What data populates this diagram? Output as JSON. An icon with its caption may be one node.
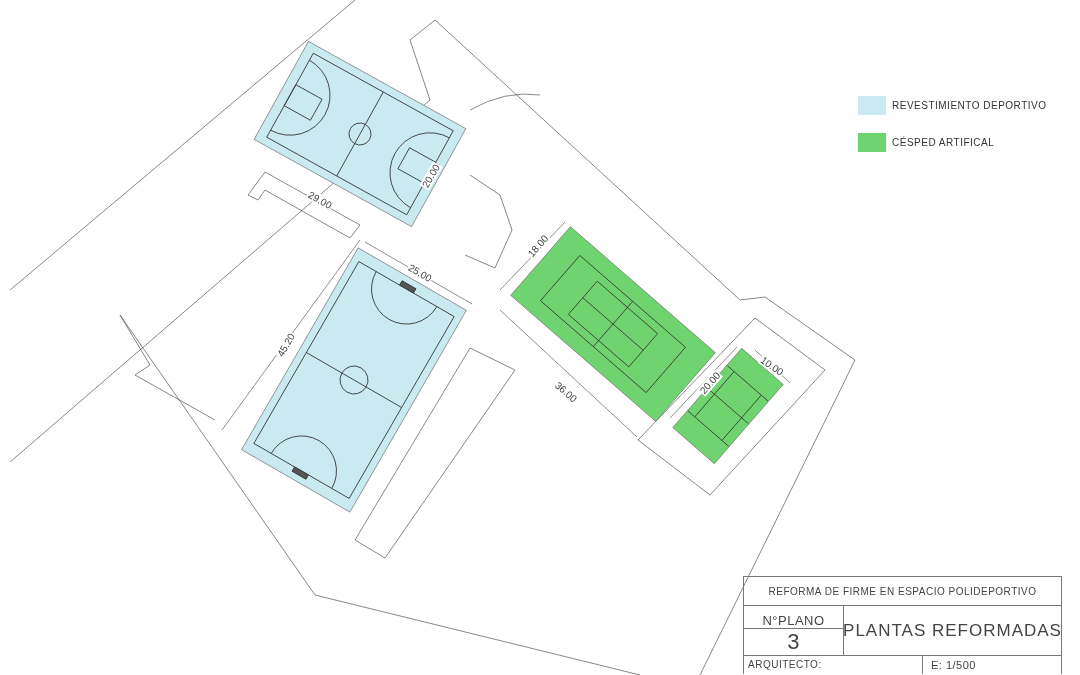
{
  "diagram": {
    "labels": [
      "29.00",
      "20.00",
      "25.00",
      "45.20",
      "18.00",
      "36.00",
      "20.00",
      "10.00",
      "REFORMA DE FIRME EN ESPACIO  POLIDEPORTIVO",
      "N°PLANO",
      "3",
      "PLANTAS REFORMADAS",
      "ARQUITECTO:",
      "E: 1/500"
    ],
    "legend": [
      {
        "text": "REVESTIMIENTO DEPORTIVO",
        "color": "#c9eaf0"
      },
      {
        "text": "CÉSPED ARTIFICAL",
        "color": "#6fd46f"
      }
    ]
  }
}
